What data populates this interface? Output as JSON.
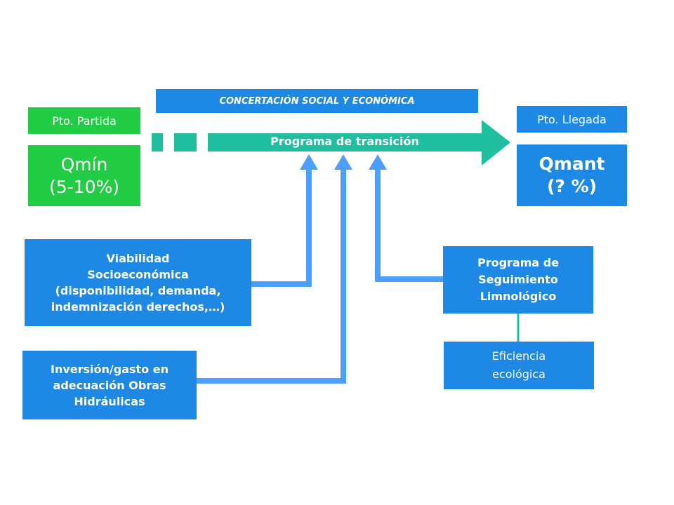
{
  "colors": {
    "blue": "#1E88E5",
    "green": "#22CC44",
    "teal": "#1FBF9F",
    "connector": "#4D9FFF",
    "divider": "#1FBF9F"
  },
  "header": {
    "label": "CONCERTACIÓN SOCIAL Y ECONÓMICA"
  },
  "start": {
    "label": "Pto. Partida",
    "value_line1": "Qmín",
    "value_line2": "(5-10%)"
  },
  "end": {
    "label": "Pto. Llegada",
    "value_line1": "Qmant",
    "value_line2": "(? %)"
  },
  "transition": {
    "label": "Programa de transición"
  },
  "viability": {
    "lines": [
      "Viabilidad",
      "Socioeconómica",
      "(disponibilidad, demanda,",
      "indemnización derechos,…)"
    ]
  },
  "investment": {
    "lines": [
      "Inversión/gasto en",
      "adecuación Obras",
      "Hidráulicas"
    ]
  },
  "monitoring": {
    "lines": [
      "Programa de",
      "Seguimiento",
      "Limnológico"
    ]
  },
  "efficiency": {
    "lines": [
      "Eficiencia",
      "ecológica"
    ]
  }
}
